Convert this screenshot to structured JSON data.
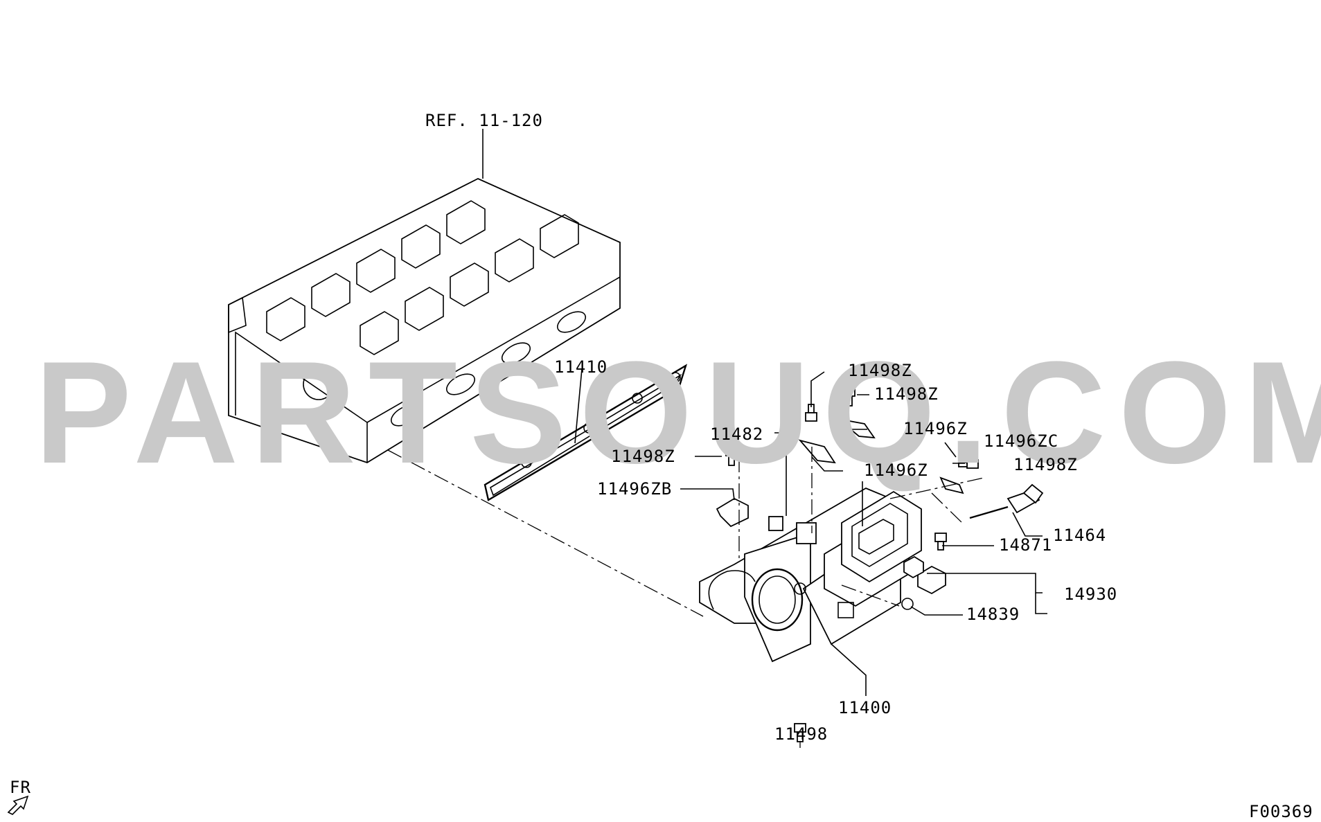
{
  "diagram": {
    "reference_label": "REF. 11-120",
    "figure_code": "F00369",
    "direction_label": "FR",
    "watermark": "PARTSOUQ.COM",
    "parts": [
      {
        "id": "p1",
        "number": "11410"
      },
      {
        "id": "p2",
        "number": "11498Z"
      },
      {
        "id": "p3",
        "number": "11498Z"
      },
      {
        "id": "p4",
        "number": "11496Z"
      },
      {
        "id": "p5",
        "number": "11482"
      },
      {
        "id": "p6",
        "number": "11498Z"
      },
      {
        "id": "p7",
        "number": "11496ZC"
      },
      {
        "id": "p8",
        "number": "11498Z"
      },
      {
        "id": "p9",
        "number": "11496Z"
      },
      {
        "id": "p10",
        "number": "11496ZB"
      },
      {
        "id": "p11",
        "number": "11464"
      },
      {
        "id": "p12",
        "number": "14871"
      },
      {
        "id": "p13",
        "number": "14930"
      },
      {
        "id": "p14",
        "number": "14839"
      },
      {
        "id": "p15",
        "number": "11400"
      },
      {
        "id": "p16",
        "number": "11498"
      }
    ]
  }
}
